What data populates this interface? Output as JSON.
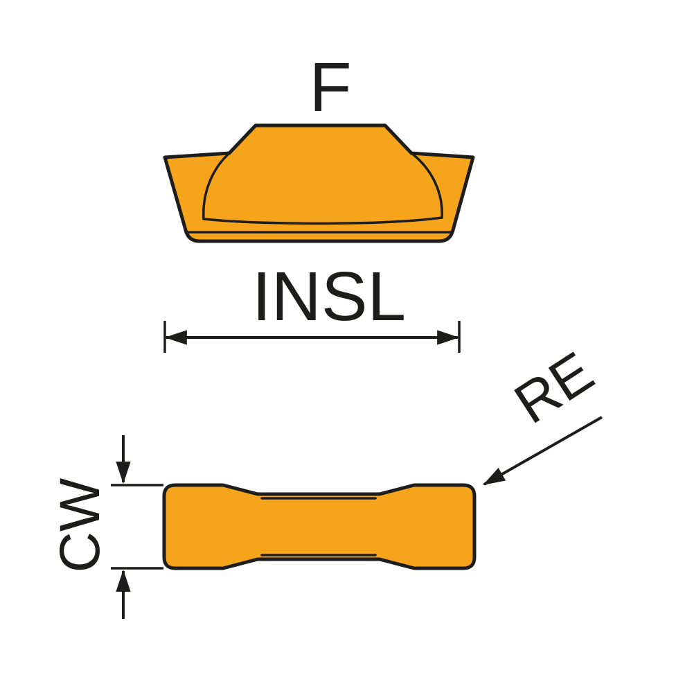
{
  "diagram": {
    "labels": {
      "front_view": "F",
      "insert_length": "INSL",
      "cutting_width": "CW",
      "corner_radius": "RE"
    },
    "colors": {
      "insert-fill": "#F7A41D",
      "outline": "#1D1D1B",
      "page-bg": "#FFFFFF"
    }
  }
}
